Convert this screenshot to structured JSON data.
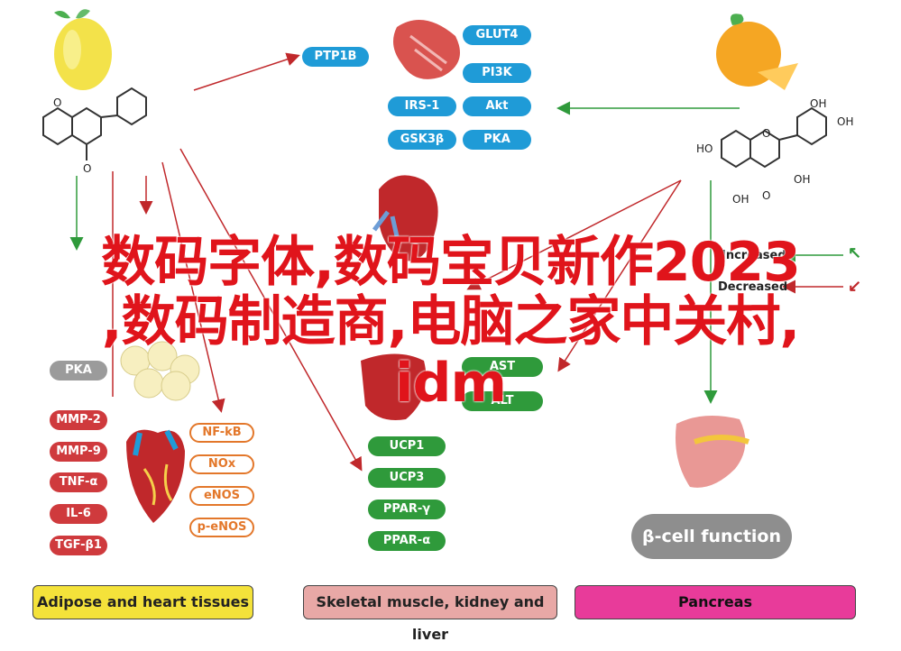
{
  "top_pills": [
    {
      "label": "PTP1B",
      "color": "blue"
    },
    {
      "label": "GLUT4",
      "color": "blue"
    },
    {
      "label": "PI3K",
      "color": "blue"
    },
    {
      "label": "IRS-1",
      "color": "blue"
    },
    {
      "label": "Akt",
      "color": "blue"
    },
    {
      "label": "GSK3β",
      "color": "blue"
    },
    {
      "label": "PKA",
      "color": "blue"
    }
  ],
  "left_pills": [
    {
      "label": "PKA"
    },
    {
      "label": "MMP-2"
    },
    {
      "label": "MMP-9"
    },
    {
      "label": "TNF-α"
    },
    {
      "label": "IL-6"
    },
    {
      "label": "TGF-β1"
    }
  ],
  "orange_pills": [
    {
      "label": "NF-kB"
    },
    {
      "label": "NOx"
    },
    {
      "label": "eNOS"
    },
    {
      "label": "p-eNOS"
    }
  ],
  "green_pills": [
    {
      "label": "AST"
    },
    {
      "label": "ALT"
    },
    {
      "label": "UCP1"
    },
    {
      "label": "UCP3"
    },
    {
      "label": "PPAR-γ"
    },
    {
      "label": "PPAR-α"
    }
  ],
  "legend": {
    "increased": "Increased",
    "decreased": "Decreased"
  },
  "beta_cell": "β-cell function",
  "footers": {
    "adipose": "Adipose and heart tissues",
    "skeletal": "Skeletal muscle, kidney and liver",
    "pancreas": "Pancreas"
  },
  "overlay": {
    "line1": "数码字体,数码宝贝新作2023",
    "line2": ",数码制造商,电脑之家中关村,",
    "line3": "idm"
  },
  "chem_labels": {
    "o1": "O",
    "o2": "O",
    "oh1": "OH",
    "oh2": "OH",
    "ho1": "HO",
    "oh3": "OH",
    "o3": "O",
    "o4": "O"
  },
  "colors": {
    "blue": "#1f9bd7",
    "red": "#cf3a3d",
    "orange": "#e3772a",
    "green": "#2f9a3b",
    "footer_adipose": "#f4e23a",
    "footer_skeletal": "#e8a8a6",
    "footer_pancreas": "#e83b9a",
    "overlay": "#e0141b"
  }
}
